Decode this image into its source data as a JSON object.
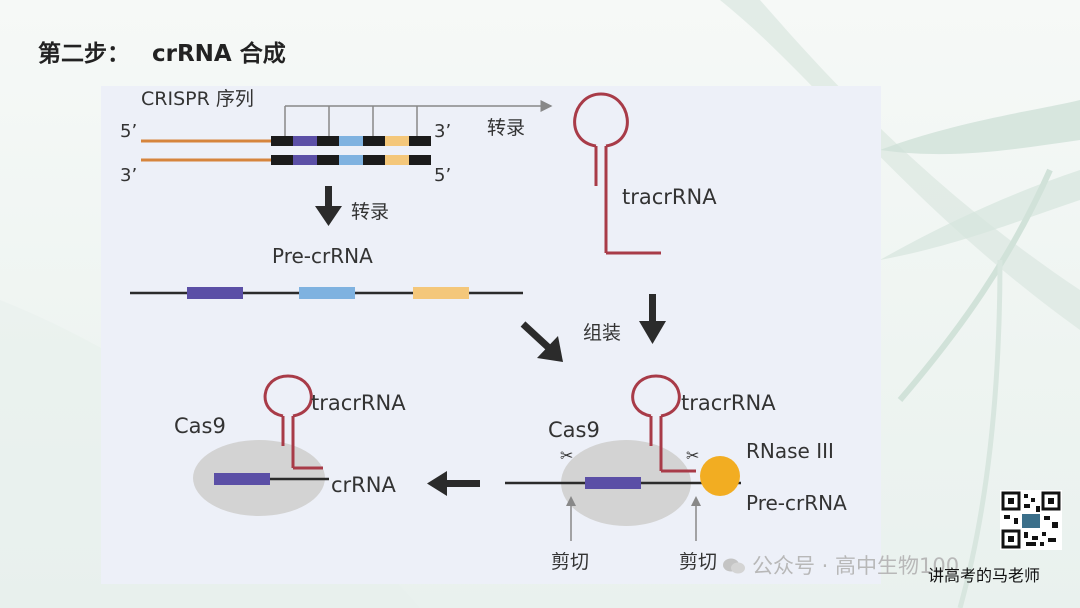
{
  "title": {
    "step": "第二步：",
    "topic": "crRNA 合成"
  },
  "diagram": {
    "crispr_label": "CRISPR 序列",
    "strand_top_left": "5’",
    "strand_top_right": "3’",
    "strand_bottom_left": "3’",
    "strand_bottom_right": "5’",
    "transcribe_right": "转录",
    "transcribe_down": "转录",
    "tracrrna_label": "tracrRNA",
    "pre_crrna_label": "Pre-crRNA",
    "assemble_label": "组装",
    "cas9_right": "Cas9",
    "tracrrna_right": "tracrRNA",
    "rnase_label": "RNase III",
    "pre_crrna_right": "Pre-crRNA",
    "cut_left": "剪切",
    "cut_right": "剪切",
    "cas9_left": "Cas9",
    "tracrrna_left": "tracrRNA",
    "crrna_label": "crRNA"
  },
  "colors": {
    "spacer_purple": "#5b4fa6",
    "spacer_blue": "#7fb2e0",
    "spacer_orange": "#f4c77a",
    "repeat_black": "#1b1b1b",
    "strand_orange": "#d6853d",
    "tracr_red": "#a83b48",
    "rnase_yellow": "#f2ad22",
    "cas9_gray": "#d3d3d3",
    "panel_bg": "#edf0f8"
  },
  "watermark": {
    "text": "公众号 · 高中生物100",
    "credit": "讲高考的马老师"
  }
}
